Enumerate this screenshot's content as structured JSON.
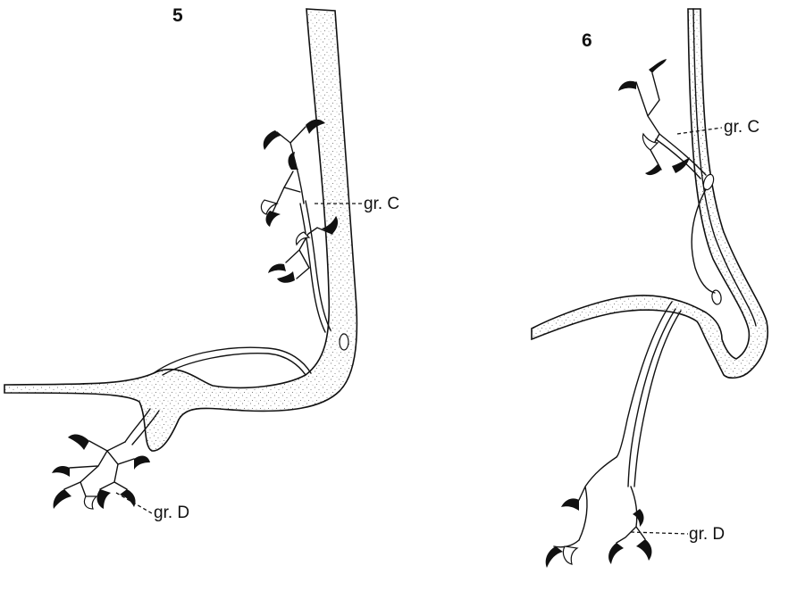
{
  "figures": [
    {
      "number": "5",
      "labels": {
        "group_c": "gr. C",
        "group_d": "gr. D"
      }
    },
    {
      "number": "6",
      "labels": {
        "group_c": "gr. C",
        "group_d": "gr. D"
      }
    }
  ]
}
